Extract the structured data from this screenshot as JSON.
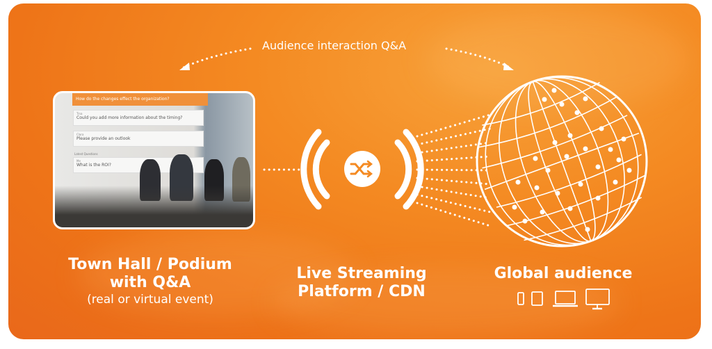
{
  "top_label": "Audience interaction Q&A",
  "photo": {
    "featured_question": "How do the changes effect the organization?",
    "questions": [
      {
        "author": "Tina",
        "text": "Could you add more information about the timing?"
      },
      {
        "author": "Clara",
        "text": "Please provide an outlook"
      }
    ],
    "latest_label": "Latest Questions",
    "latest": {
      "author": "Me",
      "text": "What is the ROI?"
    }
  },
  "left": {
    "title_line1": "Town Hall / Podium",
    "title_line2": "with Q&A",
    "subtitle": "(real or virtual event)"
  },
  "center": {
    "title_line1": "Live Streaming",
    "title_line2": "Platform / CDN",
    "icon": "broadcast-shuffle-icon"
  },
  "right": {
    "title": "Global audience",
    "devices": [
      "smartphone-icon",
      "tablet-icon",
      "laptop-icon",
      "monitor-icon"
    ],
    "icon": "globe-icon"
  },
  "colors": {
    "background": "#f48a22",
    "foreground": "#ffffff"
  }
}
